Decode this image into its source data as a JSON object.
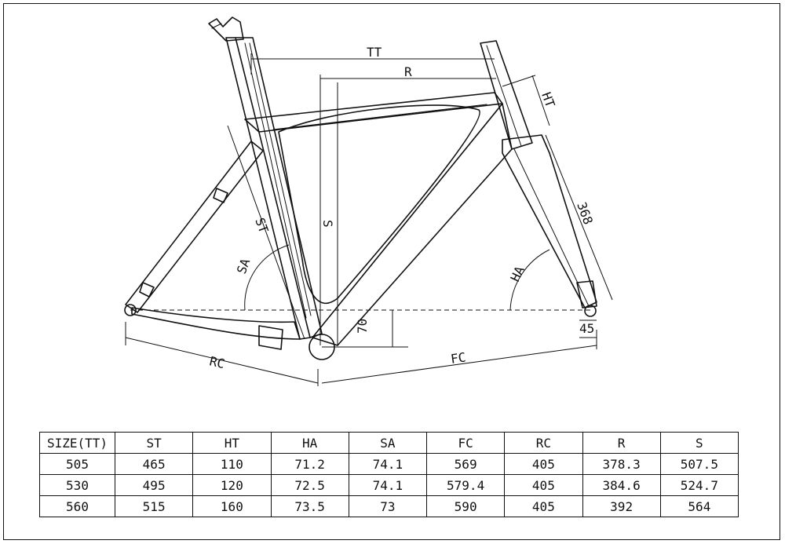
{
  "diagram": {
    "labels": {
      "tt": "TT",
      "r": "R",
      "ht": "HT",
      "fork_length": "368",
      "s": "S",
      "st": "ST",
      "sa": "SA",
      "ha": "HA",
      "bb_drop": "70",
      "fork_offset": "45",
      "rc": "RC",
      "fc": "FC"
    }
  },
  "table": {
    "headers": [
      "SIZE(TT)",
      "ST",
      "HT",
      "HA",
      "SA",
      "FC",
      "RC",
      "R",
      "S"
    ],
    "rows": [
      [
        "505",
        "465",
        "110",
        "71.2",
        "74.1",
        "569",
        "405",
        "378.3",
        "507.5"
      ],
      [
        "530",
        "495",
        "120",
        "72.5",
        "74.1",
        "579.4",
        "405",
        "384.6",
        "524.7"
      ],
      [
        "560",
        "515",
        "160",
        "73.5",
        "73",
        "590",
        "405",
        "392",
        "564"
      ]
    ]
  }
}
